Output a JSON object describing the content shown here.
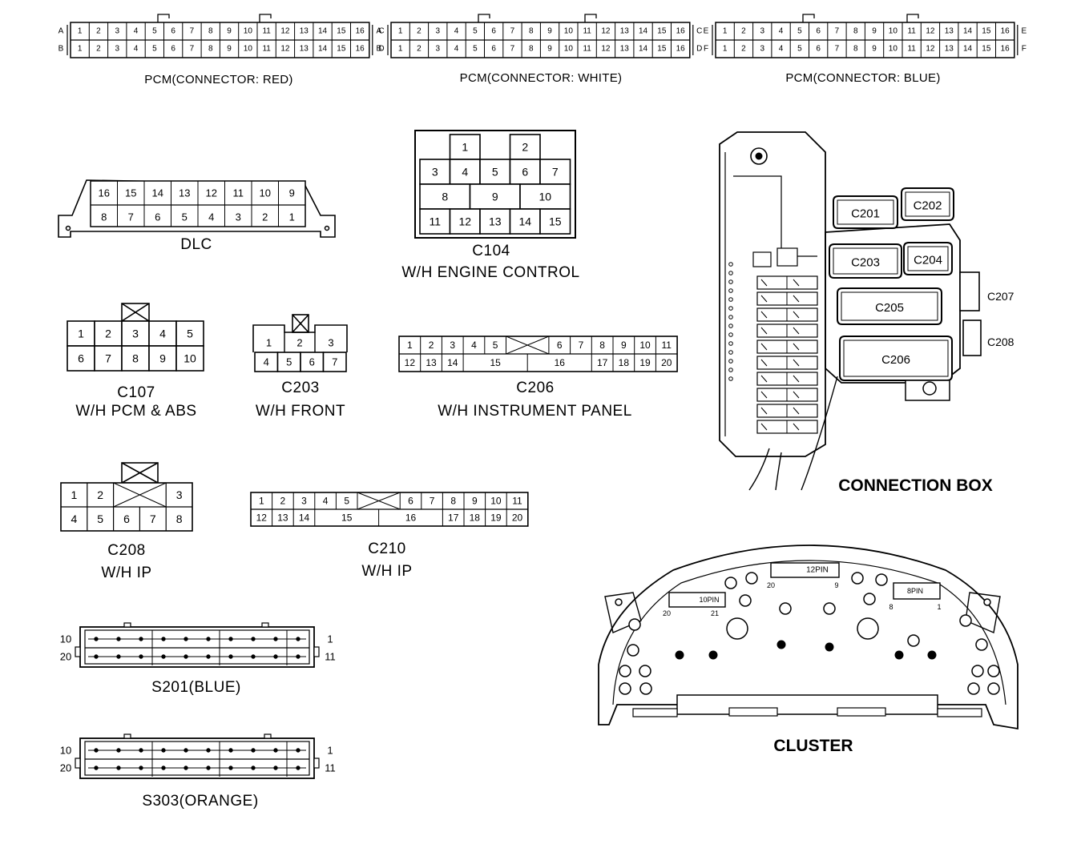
{
  "pcm": {
    "red": {
      "label": "PCM(CONNECTOR: RED)",
      "row_letters": [
        "A",
        "B"
      ],
      "pins": [
        "1",
        "2",
        "3",
        "4",
        "5",
        "6",
        "7",
        "8",
        "9",
        "10",
        "11",
        "12",
        "13",
        "14",
        "15",
        "16"
      ]
    },
    "white": {
      "label": "PCM(CONNECTOR: WHITE)",
      "row_letters": [
        "C",
        "D"
      ],
      "pins": [
        "1",
        "2",
        "3",
        "4",
        "5",
        "6",
        "7",
        "8",
        "9",
        "10",
        "11",
        "12",
        "13",
        "14",
        "15",
        "16"
      ]
    },
    "blue": {
      "label": "PCM(CONNECTOR: BLUE)",
      "row_letters": [
        "E",
        "F"
      ],
      "pins": [
        "1",
        "2",
        "3",
        "4",
        "5",
        "6",
        "7",
        "8",
        "9",
        "10",
        "11",
        "12",
        "13",
        "14",
        "15",
        "16"
      ]
    }
  },
  "dlc": {
    "label": "DLC",
    "top": [
      "16",
      "15",
      "14",
      "13",
      "12",
      "11",
      "10",
      "9"
    ],
    "bottom": [
      "8",
      "7",
      "6",
      "5",
      "4",
      "3",
      "2",
      "1"
    ]
  },
  "c104": {
    "label": "C104",
    "desc": "W/H ENGINE CONTROL",
    "row1": [
      "1",
      "2"
    ],
    "row2": [
      "3",
      "4",
      "5",
      "6",
      "7"
    ],
    "row3": [
      "8",
      "9",
      "10"
    ],
    "row4": [
      "11",
      "12",
      "13",
      "14",
      "15"
    ]
  },
  "c107": {
    "label": "C107",
    "desc": "W/H PCM & ABS",
    "top": [
      "1",
      "2",
      "3",
      "4",
      "5"
    ],
    "bottom": [
      "6",
      "7",
      "8",
      "9",
      "10"
    ]
  },
  "c203": {
    "label": "C203",
    "desc": "W/H FRONT",
    "top": [
      "1",
      "2",
      "3"
    ],
    "bottom": [
      "4",
      "5",
      "6",
      "7"
    ]
  },
  "c206": {
    "label": "C206",
    "desc": "W/H INSTRUMENT PANEL",
    "top": [
      "1",
      "2",
      "3",
      "4",
      "5",
      "6",
      "7",
      "8",
      "9",
      "10",
      "11"
    ],
    "bottom": [
      "12",
      "13",
      "14",
      "15",
      "16",
      "17",
      "18",
      "19",
      "20"
    ]
  },
  "c208": {
    "label": "C208",
    "desc": "W/H IP",
    "top": [
      "1",
      "2",
      "3"
    ],
    "bottom": [
      "4",
      "5",
      "6",
      "7",
      "8"
    ]
  },
  "c210": {
    "label": "C210",
    "desc": "W/H IP",
    "top": [
      "1",
      "2",
      "3",
      "4",
      "5",
      "6",
      "7",
      "8",
      "9",
      "10",
      "11"
    ],
    "bottom": [
      "12",
      "13",
      "14",
      "15",
      "16",
      "17",
      "18",
      "19",
      "20"
    ]
  },
  "s201": {
    "label": "S201(BLUE)",
    "left_top": "10",
    "left_bottom": "20",
    "right_top": "1",
    "right_bottom": "11"
  },
  "s303": {
    "label": "S303(ORANGE)",
    "left_top": "10",
    "left_bottom": "20",
    "right_top": "1",
    "right_bottom": "11"
  },
  "connection_box": {
    "label": "CONNECTION BOX",
    "connectors": [
      "C201",
      "C202",
      "C203",
      "C204",
      "C205",
      "C206",
      "C207",
      "C208"
    ]
  },
  "cluster": {
    "label": "CLUSTER",
    "conn_a": "12PIN",
    "conn_b": "10PIN",
    "conn_c": "8PIN",
    "pins_a": [
      "20",
      "9"
    ],
    "pins_b": [
      "20",
      "21"
    ],
    "pins_c": [
      "8",
      "1"
    ]
  }
}
